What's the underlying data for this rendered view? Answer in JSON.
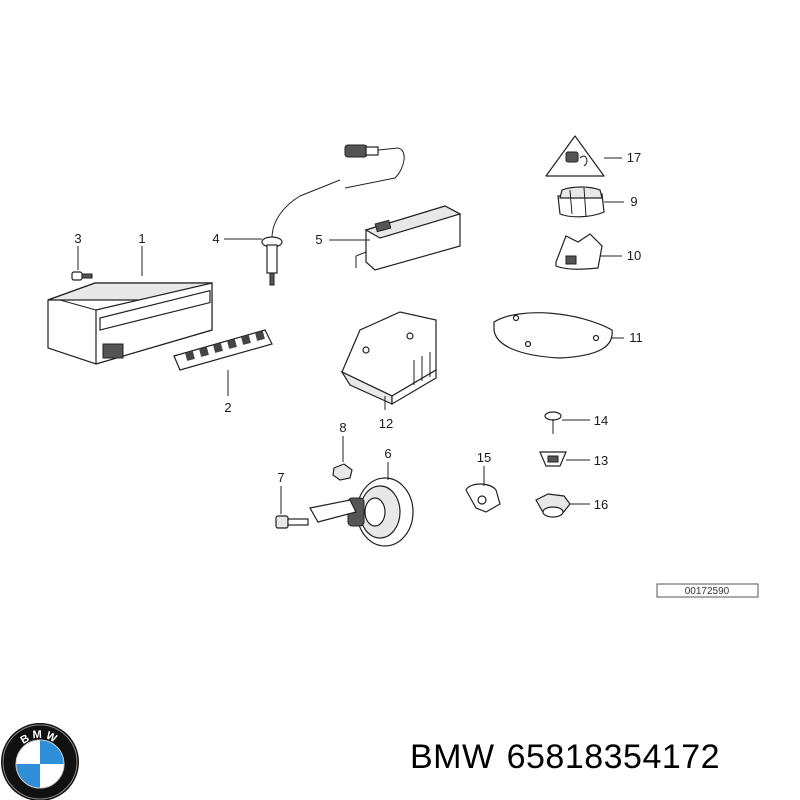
{
  "diagram": {
    "callouts": [
      "1",
      "2",
      "3",
      "4",
      "5",
      "6",
      "7",
      "8",
      "9",
      "10",
      "11",
      "12",
      "13",
      "14",
      "15",
      "16",
      "17"
    ],
    "reference_code": "00172590"
  },
  "brand": {
    "logo_text": "BMW",
    "colors": {
      "blue": "#2f8fd8",
      "ring": "#000000",
      "white": "#ffffff"
    }
  },
  "caption": {
    "brand": "BMW",
    "part_number": "65818354172"
  }
}
